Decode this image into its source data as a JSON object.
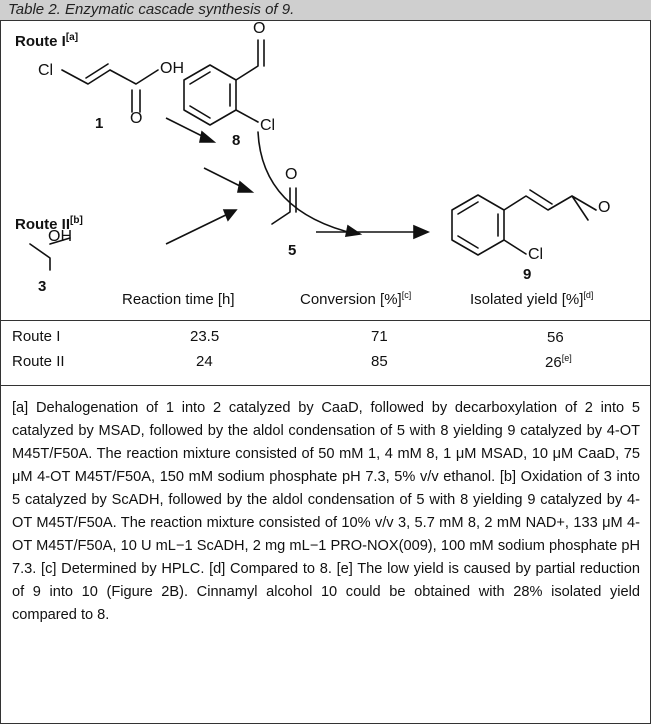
{
  "caption": "Table 2. Enzymatic cascade synthesis of 9.",
  "scheme": {
    "route1_label": "Route I",
    "route1_note": "[a]",
    "route2_label": "Route II",
    "route2_note": "[b]",
    "atoms": {
      "Cl": "Cl",
      "OH": "OH",
      "O": "O"
    },
    "compounds": {
      "c1": "1",
      "c3": "3",
      "c5": "5",
      "c8": "8",
      "c9": "9"
    }
  },
  "table": {
    "headers": [
      {
        "text": "Reaction time [h]",
        "note": ""
      },
      {
        "text": "Conversion [%]",
        "note": "[c]"
      },
      {
        "text": "Isolated yield [%]",
        "note": "[d]"
      }
    ],
    "rows": [
      {
        "route": "Route I",
        "time": "23.5",
        "conversion": "71",
        "yield": "56",
        "yield_note": ""
      },
      {
        "route": "Route II",
        "time": "24",
        "conversion": "85",
        "yield": "26",
        "yield_note": "[e]"
      }
    ]
  },
  "footnotes": [
    "[a] Dehalogenation of 1 into 2 catalyzed by CaaD, followed by decarboxylation of 2 into 5 catalyzed by MSAD, followed by the aldol condensation of 5 with 8 yielding 9 catalyzed by 4-OT M45T/F50A. The reaction mixture consisted of 50 mM 1, 4 mM 8, 1 μM MSAD, 10 μM CaaD, 75 μM 4-OT M45T/F50A, 150 mM sodium phosphate pH 7.3, 5% v/v ethanol.",
    "[b] Oxidation of 3 into 5 catalyzed by ScADH, followed by the aldol condensation of 5 with 8 yielding 9 catalyzed by 4-OT M45T/F50A. The reaction mixture consisted of 10% v/v 3, 5.7 mM 8, 2 mM NAD+, 133 μM 4-OT M45T/F50A, 10 U mL−1 ScADH, 2 mg mL−1 PRO-NOX(009), 100 mM sodium phosphate pH 7.3.",
    "[c] Determined by HPLC.",
    "[d] Compared to 8.",
    "[e] The low yield is caused by partial reduction of 9 into 10 (Figure 2B). Cinnamyl alcohol 10 could be obtained with 28% isolated yield compared to 8."
  ]
}
